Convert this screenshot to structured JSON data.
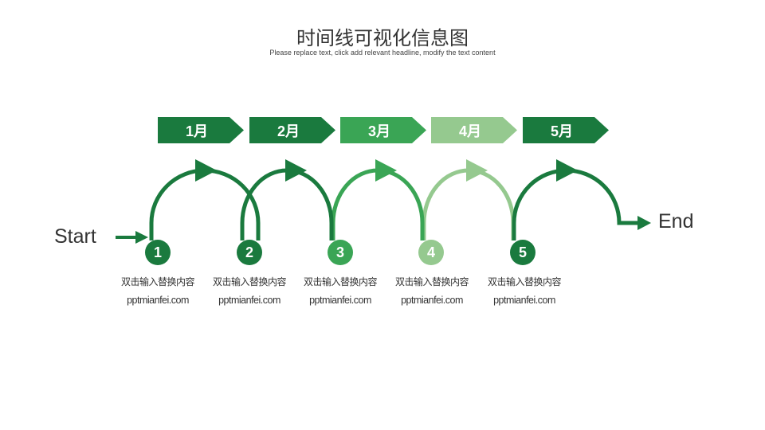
{
  "header": {
    "title": "时间线可视化信息图",
    "subtitle": "Please replace text, click add relevant headline, modify the text content"
  },
  "labels": {
    "start": "Start",
    "end": "End"
  },
  "colors": {
    "dark": "#1a7a3e",
    "medium": "#3aa555",
    "light": "#95c98f",
    "text": "#333333"
  },
  "steps": [
    {
      "month": "1月",
      "number": "1",
      "caption": "双击输入替换内容",
      "link": "pptmianfei.com",
      "color": "#1a7a3e"
    },
    {
      "month": "2月",
      "number": "2",
      "caption": "双击输入替换内容",
      "link": "pptmianfei.com",
      "color": "#1a7a3e"
    },
    {
      "month": "3月",
      "number": "3",
      "caption": "双击输入替换内容",
      "link": "pptmianfei.com",
      "color": "#3aa555"
    },
    {
      "month": "4月",
      "number": "4",
      "caption": "双击输入替换内容",
      "link": "pptmianfei.com",
      "color": "#95c98f"
    },
    {
      "month": "5月",
      "number": "5",
      "caption": "双击输入替换内容",
      "link": "pptmianfei.com",
      "color": "#1a7a3e"
    }
  ]
}
